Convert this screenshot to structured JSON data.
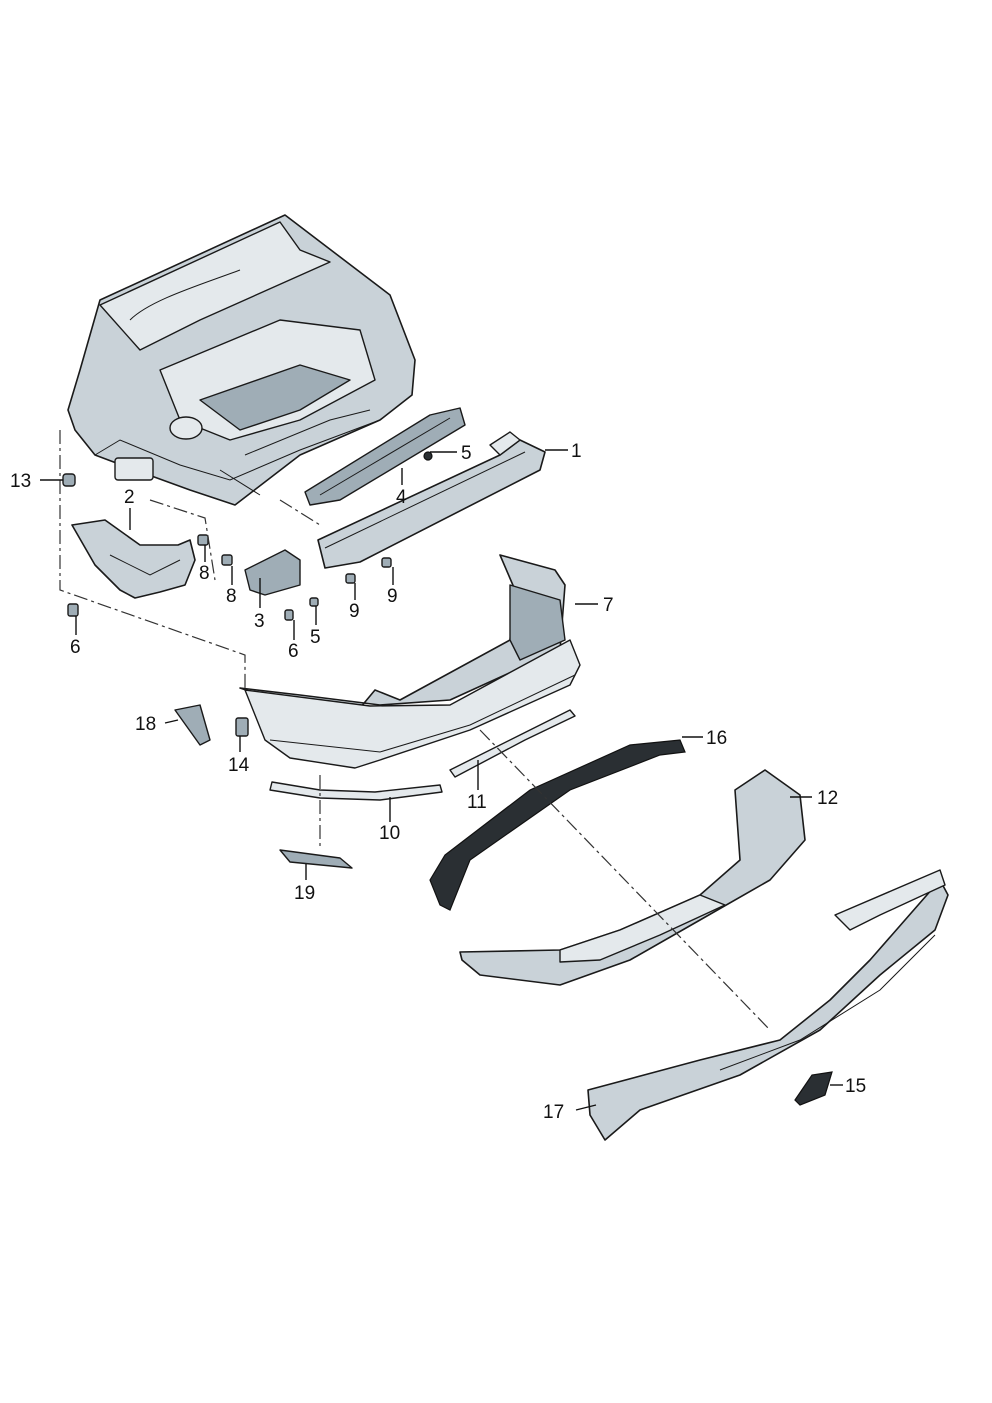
{
  "diagram": {
    "callouts": [
      {
        "id": "c1",
        "text": "1"
      },
      {
        "id": "c2",
        "text": "2"
      },
      {
        "id": "c3",
        "text": "3"
      },
      {
        "id": "c4",
        "text": "4"
      },
      {
        "id": "c5a",
        "text": "5"
      },
      {
        "id": "c5b",
        "text": "5"
      },
      {
        "id": "c6a",
        "text": "6"
      },
      {
        "id": "c6b",
        "text": "6"
      },
      {
        "id": "c7",
        "text": "7"
      },
      {
        "id": "c8a",
        "text": "8"
      },
      {
        "id": "c8b",
        "text": "8"
      },
      {
        "id": "c9a",
        "text": "9"
      },
      {
        "id": "c9b",
        "text": "9"
      },
      {
        "id": "c10",
        "text": "10"
      },
      {
        "id": "c11",
        "text": "11"
      },
      {
        "id": "c12",
        "text": "12"
      },
      {
        "id": "c13",
        "text": "13"
      },
      {
        "id": "c14",
        "text": "14"
      },
      {
        "id": "c15",
        "text": "15"
      },
      {
        "id": "c16",
        "text": "16"
      },
      {
        "id": "c17",
        "text": "17"
      },
      {
        "id": "c18",
        "text": "18"
      },
      {
        "id": "c19",
        "text": "19"
      }
    ]
  }
}
